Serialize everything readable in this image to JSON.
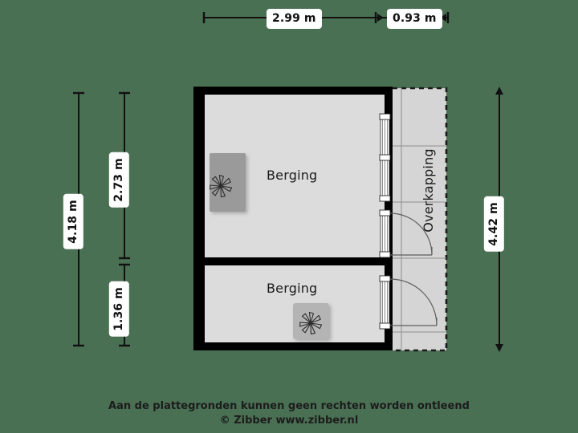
{
  "meta": {
    "background_color": "#4a7053",
    "wall_color": "#000000",
    "room_fill": "#dcdcdc",
    "canopy_fill": "#d5d5d5",
    "fixture_fill": "#9a9a9a",
    "label_chip_bg": "#ffffff",
    "text_color": "#1a1a1a"
  },
  "dimensions": {
    "top": [
      {
        "id": "top-1",
        "value": "2.99 m"
      },
      {
        "id": "top-2",
        "value": "0.93 m"
      }
    ],
    "left_outer": [
      {
        "id": "left-outer-1",
        "value": "4.18 m"
      }
    ],
    "left_inner": [
      {
        "id": "left-inner-1",
        "value": "2.73 m"
      },
      {
        "id": "left-inner-2",
        "value": "1.36 m"
      }
    ],
    "right_outer": [
      {
        "id": "right-outer-1",
        "value": "4.42 m"
      }
    ]
  },
  "rooms": [
    {
      "id": "room-upper",
      "label": "Berging"
    },
    {
      "id": "room-lower",
      "label": "Berging"
    },
    {
      "id": "area-canopy",
      "label": "Overkapping"
    }
  ],
  "fixtures": [
    {
      "id": "fixture-upper",
      "icon": "asterisk-fixture-icon"
    },
    {
      "id": "fixture-lower",
      "icon": "asterisk-fixture-icon"
    }
  ],
  "openings": [
    {
      "id": "window-upper-right",
      "type": "window"
    },
    {
      "id": "door-upper-right",
      "type": "door"
    },
    {
      "id": "door-lower-right",
      "type": "door"
    }
  ],
  "footer": {
    "line1": "Aan de plattegronden kunnen geen rechten worden ontleend",
    "line2": "© Zibber www.zibber.nl"
  }
}
